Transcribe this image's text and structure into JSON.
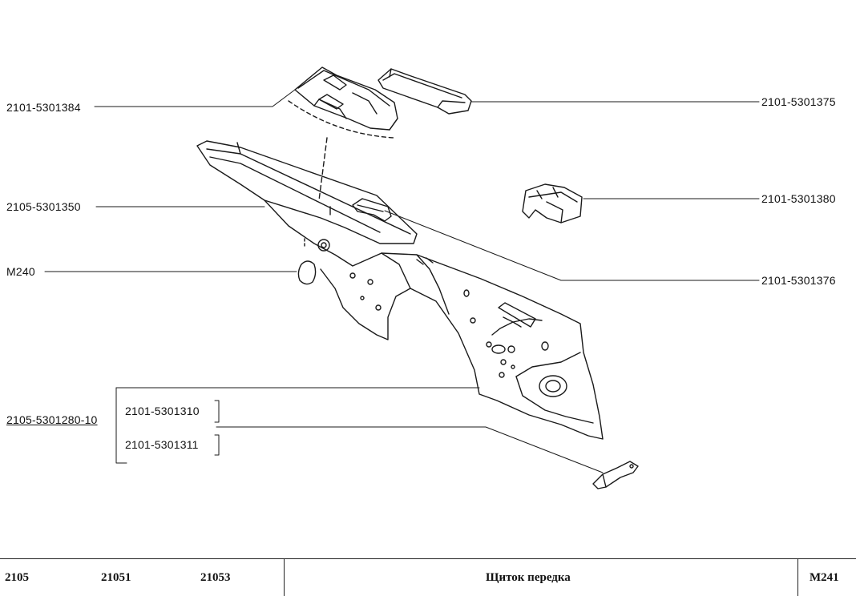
{
  "callouts": {
    "part_5301384": "2101-5301384",
    "part_5301375": "2101-5301375",
    "part_5301350": "2105-5301350",
    "part_5301380": "2101-5301380",
    "part_m240": "М240",
    "part_5301376": "2101-5301376",
    "assembly": "2105-5301280-10",
    "part_5301310": "2101-5301310",
    "part_5301311": "2101-5301311"
  },
  "footer": {
    "models": [
      "2105",
      "21051",
      "21053"
    ],
    "title": "Щиток передка",
    "code": "М241"
  }
}
